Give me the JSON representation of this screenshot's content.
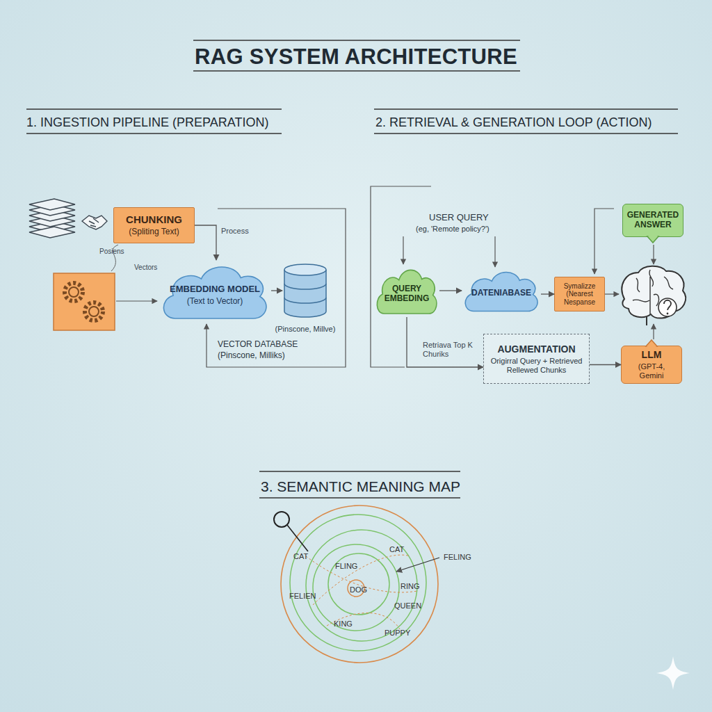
{
  "diagram": {
    "title": "RAG SYSTEM ARCHITECTURE",
    "nodes": [
      {
        "text": [
          "CHUNKING",
          "(Spliting Text)"
        ]
      },
      {
        "text": [
          "EMBEDDING MODEL",
          "(Text to Vector)"
        ]
      },
      {
        "text": [
          "(Pinscone, Millve)"
        ]
      },
      {
        "text": [
          "GENERATED ANSWER"
        ]
      },
      {
        "text": [
          "QUERY EMBEDING"
        ]
      },
      {
        "text": [
          "DATENIABASE"
        ]
      },
      {
        "text": [
          "Symalizze (Nearest Nespanse"
        ]
      },
      {
        "text": [
          "AUGMENTATION",
          "Origirral Query + Retrieved Rellewed Chunks"
        ]
      },
      {
        "text": [
          "LLM",
          "(GPT-4, Gemini"
        ]
      }
    ],
    "edges": [
      {
        "from": 0,
        "to": 1,
        "label": "Process",
        "arrow": "to"
      },
      {
        "from": 1,
        "to": 2,
        "arrow": "to"
      },
      {
        "from": 4,
        "to": 5,
        "arrow": "to"
      },
      {
        "from": 5,
        "to": 6,
        "arrow": "to"
      },
      {
        "from": 4,
        "to": 7,
        "label": "Retriava Top K Churiks",
        "arrow": "to"
      },
      {
        "from": 7,
        "to": 8,
        "arrow": "to"
      }
    ],
    "labels": [
      "1. INGESTION PIPELINE (PREPARATION)",
      "2. RETRIEVAL & GENERATION LOOP (ACTION)",
      "Posiens",
      "Vectors",
      "VECTOR DATABASE",
      "(Pinscone, Milliks)",
      "USER QUERY",
      "(eg, 'Remote policy?')",
      "3. SEMANTIC MEANING MAP",
      "CAT",
      "FLING",
      "CAT",
      "FELING",
      "FELIEN",
      "DOG",
      "RING",
      "QUEEN",
      "KING",
      "PUPPY"
    ]
  }
}
